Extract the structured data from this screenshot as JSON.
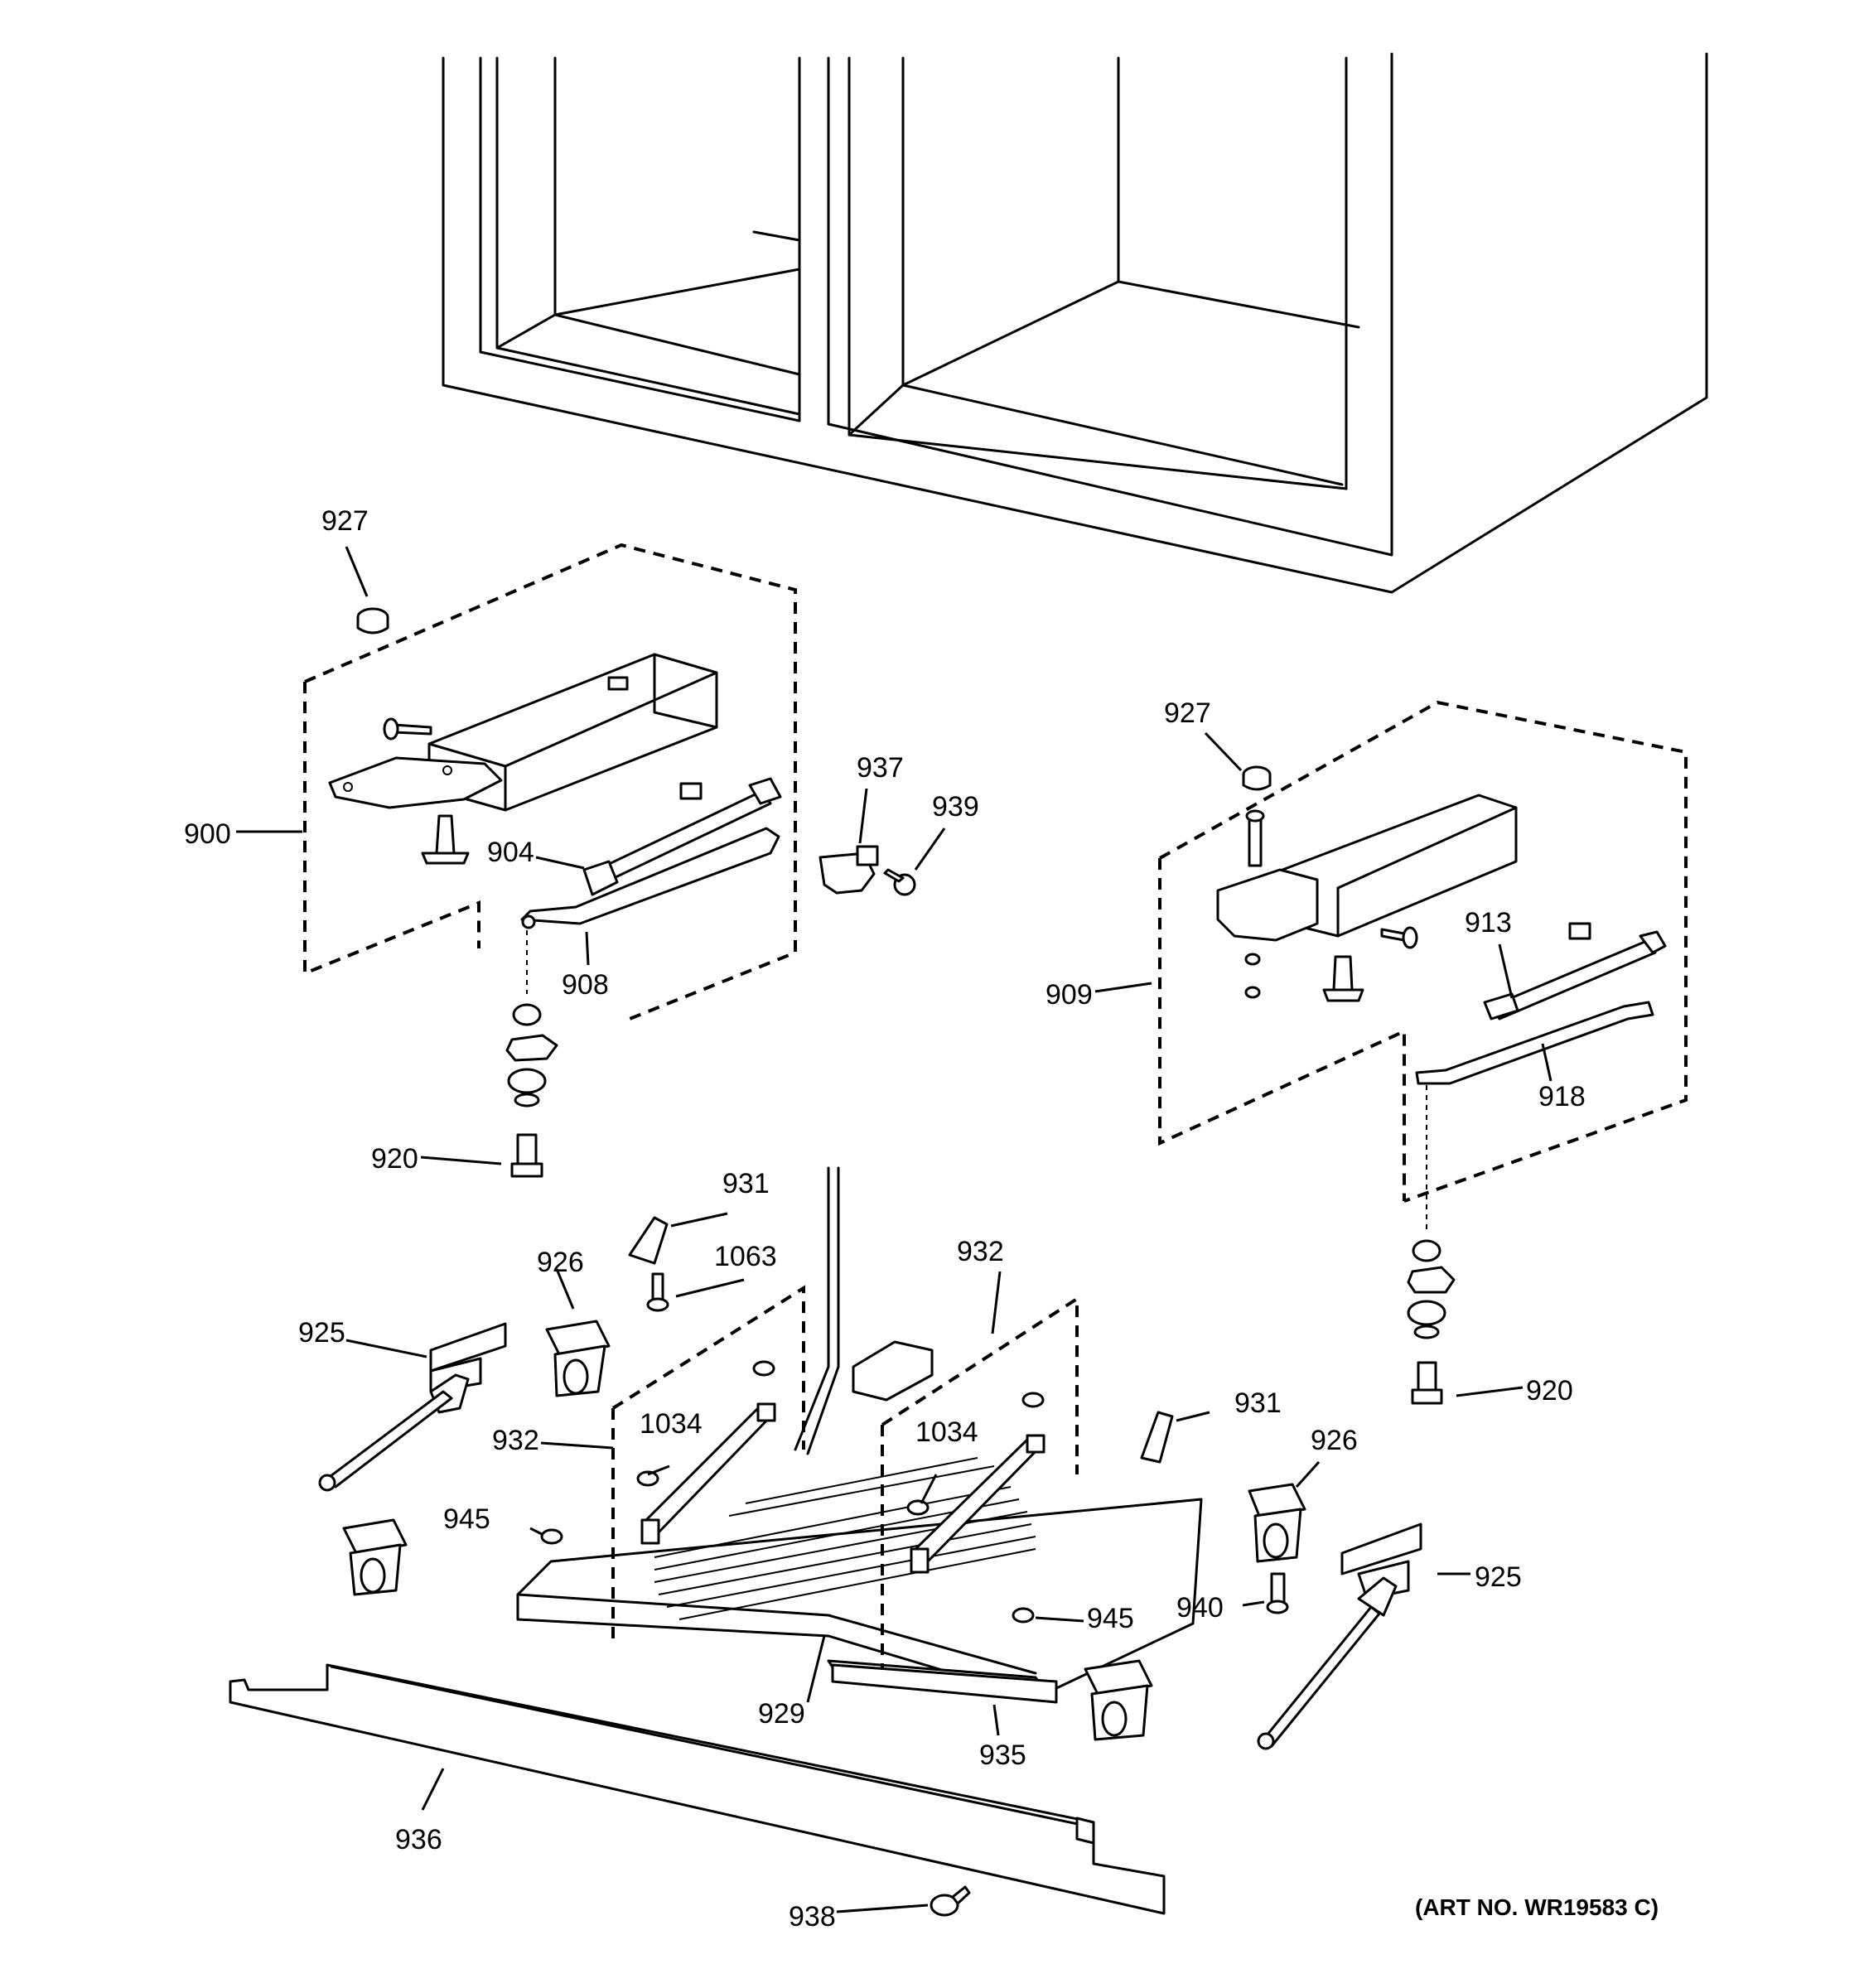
{
  "diagram": {
    "art_number": "(ART NO. WR19583 C)",
    "callouts": {
      "c900": "900",
      "c904": "904",
      "c908": "908",
      "c909": "909",
      "c913": "913",
      "c918": "918",
      "c920_left": "920",
      "c920_right": "920",
      "c925_left": "925",
      "c925_right": "925",
      "c926_left": "926",
      "c926_right": "926",
      "c927_left": "927",
      "c927_right": "927",
      "c929": "929",
      "c931_left": "931",
      "c931_right": "931",
      "c932_left": "932",
      "c932_top": "932",
      "c935": "935",
      "c936": "936",
      "c937": "937",
      "c938": "938",
      "c939": "939",
      "c940": "940",
      "c945_left": "945",
      "c945_right": "945",
      "c1034_left": "1034",
      "c1034_right": "1034",
      "c1063": "1063"
    }
  }
}
